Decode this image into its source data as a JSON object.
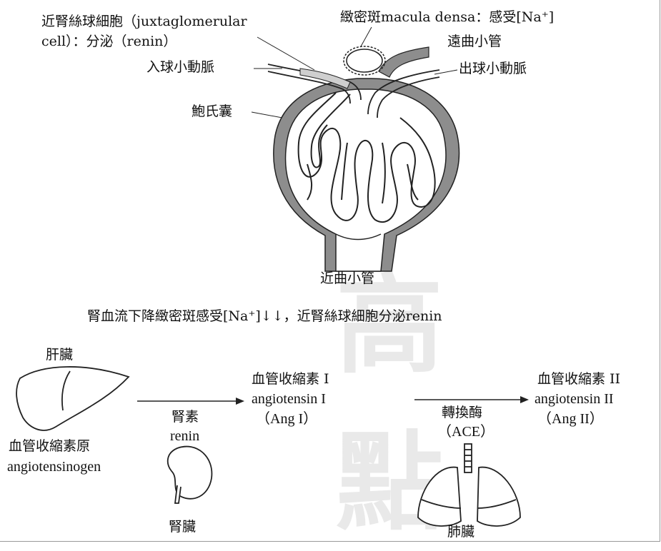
{
  "nephron": {
    "jg_cell_line1": "近腎絲球細胞（juxtaglomerular",
    "jg_cell_line2": "cell）：分泌（renin）",
    "macula_densa": "緻密斑macula densa：感受[Na⁺]",
    "distal_tubule": "遠曲小管",
    "afferent_arteriole": "入球小動脈",
    "efferent_arteriole": "出球小動脈",
    "bowman_capsule": "鮑氏囊",
    "proximal_tubule": "近曲小管"
  },
  "caption": "腎血流下降緻密斑感受[Na⁺]↓↓，近腎絲球細胞分泌renin",
  "pathway": {
    "liver_label": "肝臟",
    "angiotensinogen_cn": "血管收縮素原",
    "angiotensinogen_en": "angiotensinogen",
    "renin_cn": "腎素",
    "renin_en": "renin",
    "kidney_label": "腎臟",
    "ang1_cn": "血管收縮素 I",
    "ang1_en": "angiotensin I",
    "ang1_abbr": "（Ang I）",
    "ace_cn": "轉換酶",
    "ace_en": "（ACE）",
    "lung_label": "肺臟",
    "ang2_cn": "血管收縮素 II",
    "ang2_en": "angiotensin II",
    "ang2_abbr": "（Ang II）"
  },
  "watermark": [
    "高",
    "點"
  ]
}
